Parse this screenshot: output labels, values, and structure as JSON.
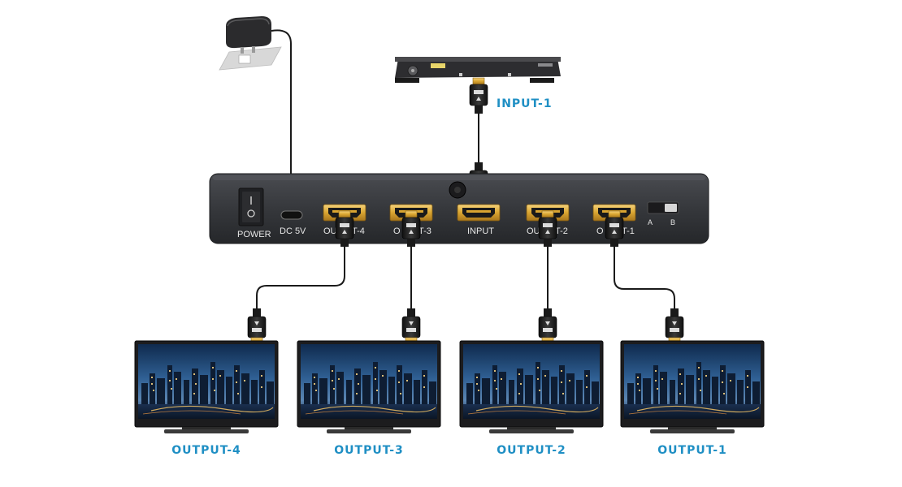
{
  "labels": {
    "input_1": "INPUT-1",
    "output_1": "OUTPUT-1",
    "output_2": "OUTPUT-2",
    "output_3": "OUTPUT-3",
    "output_4": "OUTPUT-4"
  },
  "panel": {
    "power": "POWER",
    "dc": "DC 5V",
    "input_port": "INPUT",
    "out4_port_a": "OU",
    "out4_port_b": "T-4",
    "out3_port_a": "O",
    "out3_port_b": "T-3",
    "out2_port_a": "OU",
    "out2_port_b": "T-2",
    "out1_port_a": "O",
    "out1_port_b": "T-1",
    "switch_a": "A",
    "switch_b": "B"
  },
  "colors": {
    "callout": "#1f8fc4",
    "device_body": "#3a3c40",
    "hdmi_gold": "#e0b23a",
    "cable": "#1a1a1a"
  }
}
